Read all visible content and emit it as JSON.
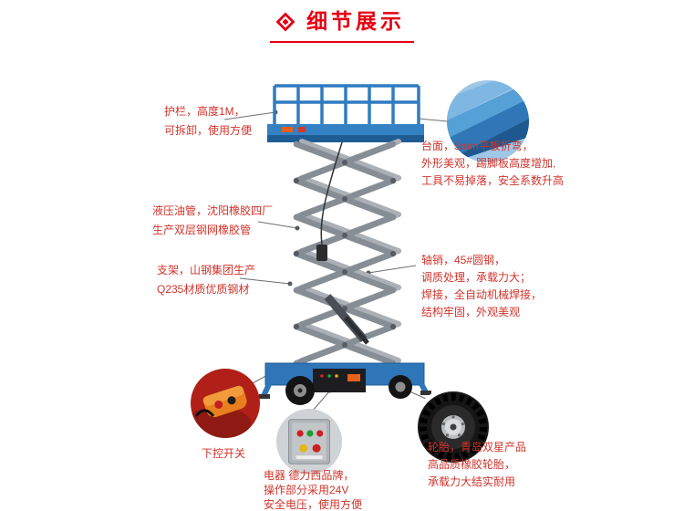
{
  "page": {
    "title": "细节展示",
    "accent_color": "#e60012",
    "annotation_text_color": "#d0342c",
    "lift_blue": "#2e76b8",
    "scissor_gray": "#868d94"
  },
  "annotations": {
    "guardrail": {
      "lines": [
        "护栏，高度1M，",
        "可拆卸，使用方便"
      ]
    },
    "hydraulic_hose": {
      "lines": [
        "液压油管，沈阳橡胶四厂",
        "生产双层钢网橡胶管"
      ]
    },
    "support_frame": {
      "lines": [
        "支架，山钢集团生产",
        "Q235材质优质钢材"
      ]
    },
    "platform_surface": {
      "lines": [
        "台面，5mm平板折弯，",
        "外形美观，踢脚板高度增加,",
        "工具不易掉落，安全系数升高"
      ]
    },
    "axle_pin_welding": {
      "lines": [
        "轴销，45#圆钢，",
        "调质处理，承载力大；",
        "焊接，全自动机械焊接，",
        "结构牢固，外观美观"
      ]
    },
    "lower_control_switch": {
      "label": "下控开关"
    },
    "electrical": {
      "lines": [
        "电器 德力西品牌，",
        "操作部分采用24V",
        "安全电压，使用方便"
      ]
    },
    "tires": {
      "lines": [
        "轮胎，青岛双星产品",
        "高品质橡胶轮胎，",
        "承载力大结实耐用"
      ]
    }
  }
}
